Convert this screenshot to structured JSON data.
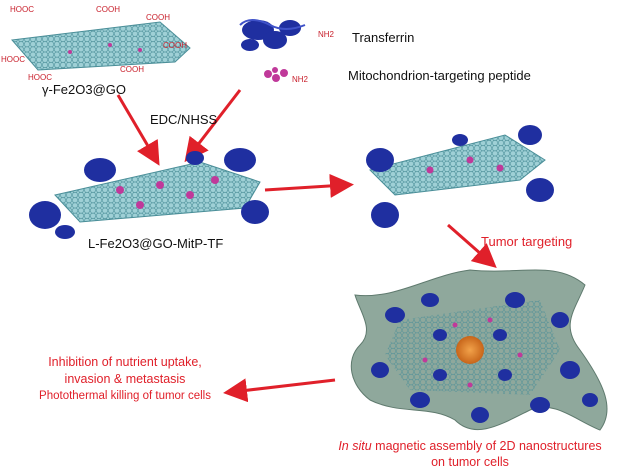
{
  "colors": {
    "sheet": "#9fd0d6",
    "sheet_grid": "#4a8e98",
    "protein": "#1f2fa0",
    "peptide": "#c0399a",
    "arrow": "#e0202a",
    "cell": "#8fa89c",
    "nucleus": "#e38b2c",
    "highlight_text": "#e0202a"
  },
  "labels": {
    "carboxyl": "COOH",
    "carboxyl_hooc": "HOOC",
    "amine": "NH2",
    "start_material": "γ-Fe2O3@GO",
    "transferrin": "Transferrin",
    "peptide": "Mitochondrion-targeting peptide",
    "coupling": "EDC/NHSS",
    "conjugate": "L-Fe2O3@GO-MitP-TF",
    "tumor_targeting": "Tumor targeting",
    "outcome_line1": "Inhibition of nutrient uptake,",
    "outcome_line2": "invasion & metastasis",
    "outcome_line3": "Photothermal killing of tumor cells",
    "assembly_italic": "In situ",
    "assembly_rest": " magnetic assembly of 2D nanostructures",
    "assembly_line2": "on tumor cells"
  }
}
